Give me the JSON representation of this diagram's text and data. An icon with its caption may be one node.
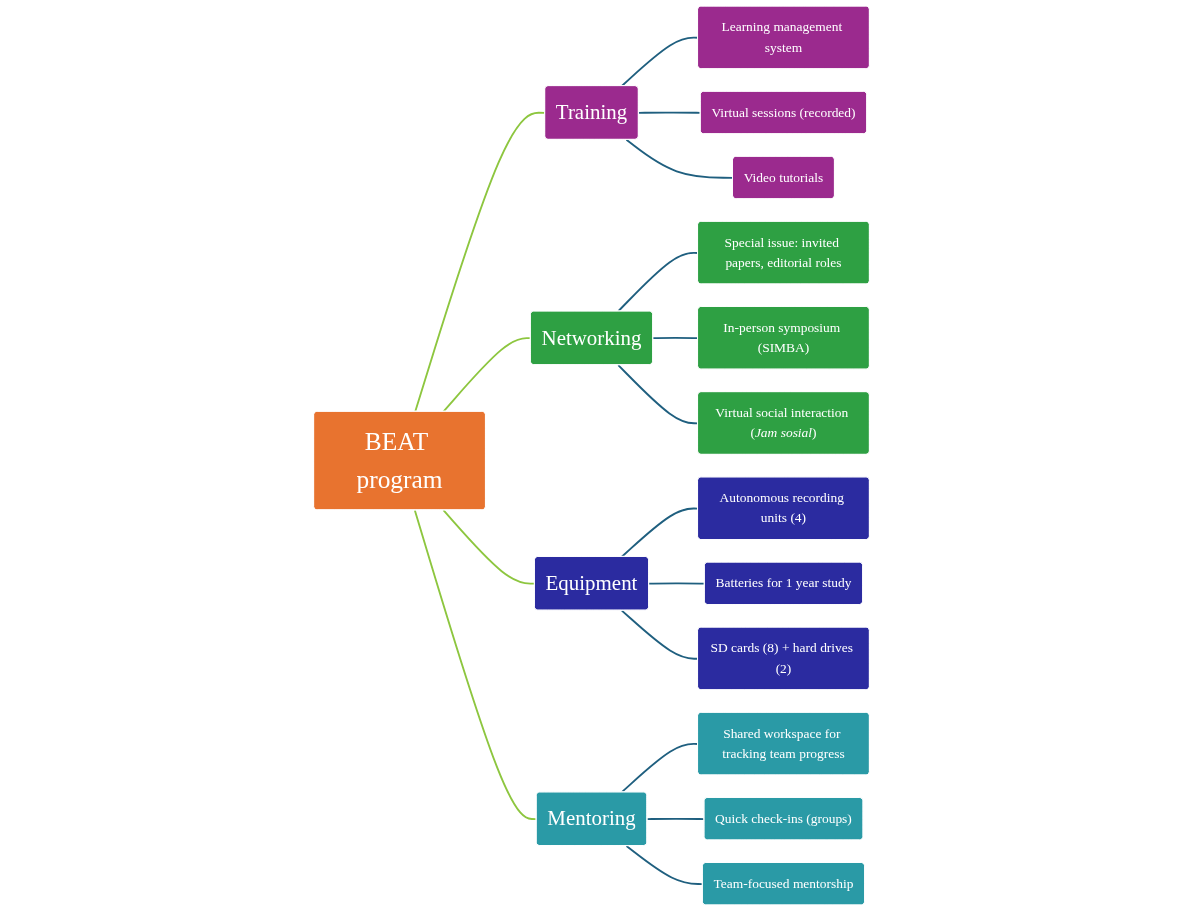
{
  "diagram": {
    "nodes": [
      {
        "text": [
          "Learning management system"
        ]
      },
      {
        "text": [
          "Virtual sessions (recorded)"
        ]
      },
      {
        "text": [
          "Video tutorials"
        ]
      },
      {
        "text": [
          "Training"
        ]
      },
      {
        "text": [
          "Special issue: invited papers, editorial roles"
        ]
      },
      {
        "text": [
          "Autonomous recording units (4)"
        ]
      },
      {
        "text": [
          "In-person symposium (SIMBA)"
        ]
      },
      {
        "text": [
          "Networking"
        ]
      },
      {
        "text": [
          "BEAT program"
        ]
      },
      {
        "text": [
          "Equipment"
        ]
      },
      {
        "text": [
          "Batteries for 1 year study"
        ]
      },
      {
        "text": [
          "Virtual social interaction (*Jam sosial*)"
        ]
      },
      {
        "text": [
          "SD cards (8) + hard drives (2)"
        ]
      },
      {
        "text": [
          "Mentoring"
        ]
      },
      {
        "text": [
          "Shared workspace for tracking team progress"
        ]
      },
      {
        "text": [
          "Team-focused mentorship"
        ]
      },
      {
        "text": [
          "Quick check-ins (groups)"
        ]
      }
    ],
    "edges": [
      {
        "from": 8,
        "to": 3,
        "arrow": "none",
        "color": "#8dc63f"
      },
      {
        "from": 8,
        "to": 7,
        "arrow": "none",
        "color": "#8dc63f"
      },
      {
        "from": 8,
        "to": 9,
        "arrow": "none",
        "color": "#8dc63f"
      },
      {
        "from": 8,
        "to": 13,
        "arrow": "none",
        "color": "#8dc63f"
      },
      {
        "from": 3,
        "to": 0,
        "arrow": "none"
      },
      {
        "from": 3,
        "to": 1,
        "arrow": "none"
      },
      {
        "from": 3,
        "to": 2,
        "arrow": "none"
      },
      {
        "from": 7,
        "to": 4,
        "arrow": "none"
      },
      {
        "from": 7,
        "to": 6,
        "arrow": "none"
      },
      {
        "from": 7,
        "to": 11,
        "arrow": "none"
      },
      {
        "from": 9,
        "to": 5,
        "arrow": "none"
      },
      {
        "from": 9,
        "to": 10,
        "arrow": "none"
      },
      {
        "from": 9,
        "to": 12,
        "arrow": "none"
      },
      {
        "from": 13,
        "to": 14,
        "arrow": "none"
      },
      {
        "from": 13,
        "to": 16,
        "arrow": "none"
      },
      {
        "from": 13,
        "to": 15,
        "arrow": "none"
      }
    ]
  }
}
